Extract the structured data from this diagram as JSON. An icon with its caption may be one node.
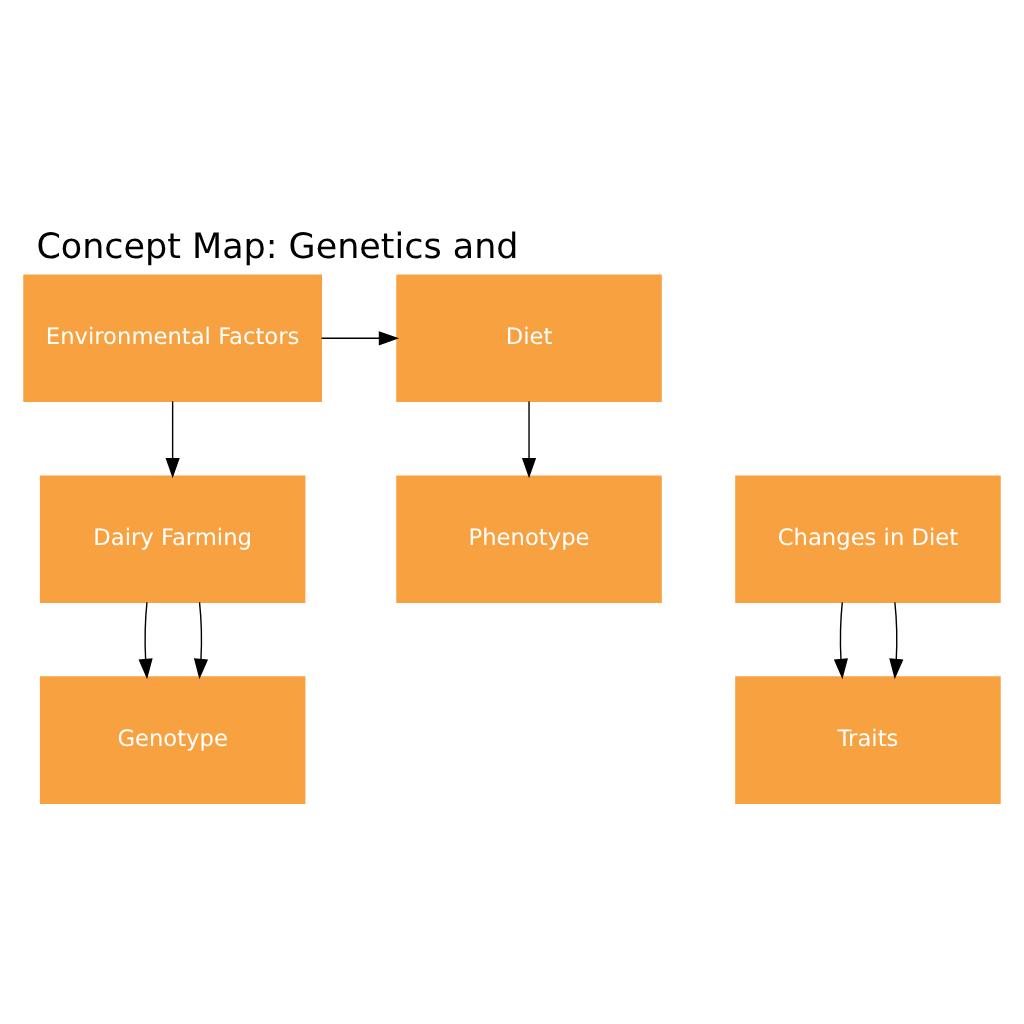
{
  "diagram": {
    "title": "Concept Map: Genetics and",
    "nodes": [
      {
        "text": [
          "Environmental Factors"
        ]
      },
      {
        "text": [
          "Diet"
        ]
      },
      {
        "text": [
          "Dairy Farming"
        ]
      },
      {
        "text": [
          "Changes in Diet"
        ]
      },
      {
        "text": [
          "Phenotype"
        ]
      },
      {
        "text": [
          "Genotype"
        ]
      },
      {
        "text": [
          "Traits"
        ]
      }
    ],
    "edges": [
      {
        "from": 0,
        "to": 2,
        "arrow": "to"
      },
      {
        "from": 0,
        "to": 1,
        "arrow": "to"
      },
      {
        "from": 1,
        "to": 4,
        "arrow": "to"
      },
      {
        "from": 2,
        "to": 5,
        "arrow": "to"
      },
      {
        "from": 2,
        "to": 5,
        "arrow": "to"
      },
      {
        "from": 3,
        "to": 6,
        "arrow": "to"
      },
      {
        "from": 3,
        "to": 6,
        "arrow": "to"
      }
    ]
  }
}
